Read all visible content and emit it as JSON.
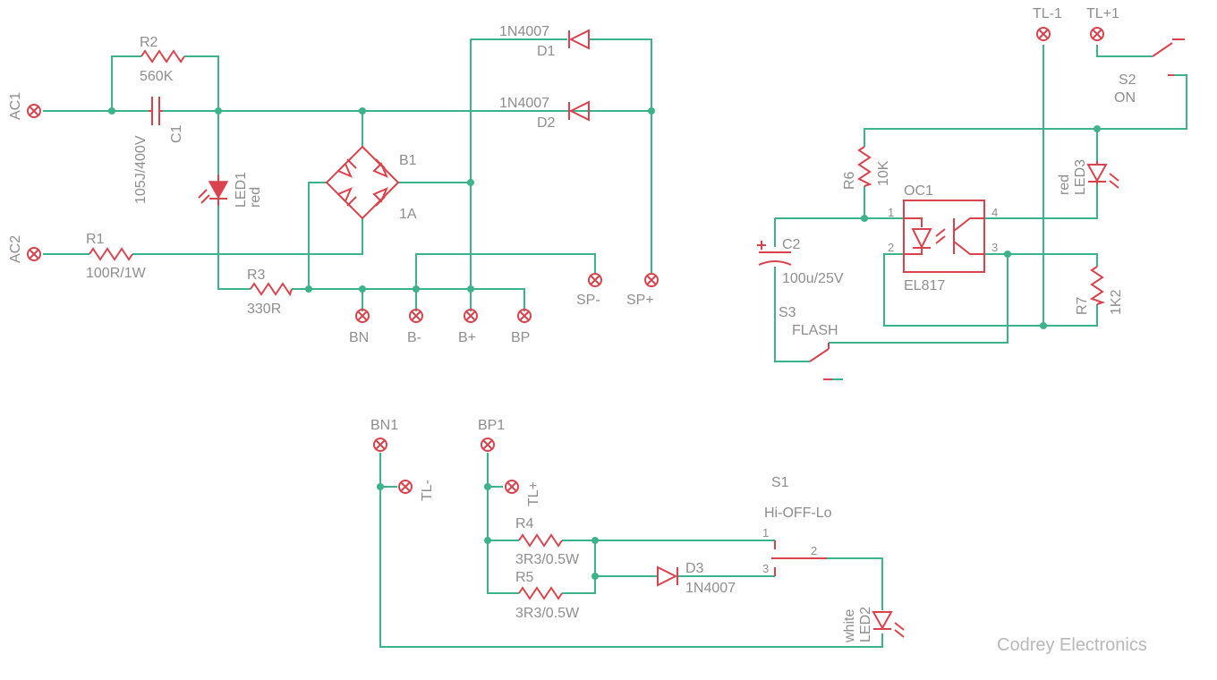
{
  "labels": {
    "ac1": "AC1",
    "ac2": "AC2",
    "r2": "R2",
    "r2_value": "560K",
    "c1": "C1",
    "c1_value": "105J/400V",
    "led1": "LED1",
    "led1_color": "red",
    "r1": "R1",
    "r1_value": "100R/1W",
    "r3": "R3",
    "r3_value": "330R",
    "b1": "B1",
    "b1_value": "1A",
    "d1_value": "1N4007",
    "d1": "D1",
    "d2_value": "1N4007",
    "d2": "D2",
    "bn": "BN",
    "bminus": "B-",
    "bplus": "B+",
    "bp": "BP",
    "spminus": "SP-",
    "spplus": "SP+",
    "tlminus1": "TL-1",
    "tlplus1": "TL+1",
    "s2": "S2",
    "s2_state": "ON",
    "r6": "R6",
    "r6_value": "10K",
    "oc1": "OC1",
    "oc1_value": "EL817",
    "led3": "LED3",
    "led3_color": "red",
    "c2": "C2",
    "c2_value": "100u/25V",
    "r7": "R7",
    "r7_value": "1K2",
    "s3": "S3",
    "s3_mode": "FLASH",
    "bn1": "BN1",
    "bp1": "BP1",
    "tlminus": "TL-",
    "tlplus": "TL+",
    "s1": "S1",
    "s1_mode": "Hi-OFF-Lo",
    "r4": "R4",
    "r4_value": "3R3/0.5W",
    "r5": "R5",
    "r5_value": "3R3/0.5W",
    "d3": "D3",
    "d3_value": "1N4007",
    "led2": "LED2",
    "led2_color": "white",
    "oc_pin1": "1",
    "oc_pin2": "2",
    "oc_pin3": "3",
    "oc_pin4": "4",
    "s1_pin1": "1",
    "s1_pin2": "2",
    "s1_pin3": "3",
    "brand": "Codrey Electronics"
  },
  "colors": {
    "wire": "#3cb38a",
    "component": "#d9434e",
    "text": "#8e8e8e"
  }
}
